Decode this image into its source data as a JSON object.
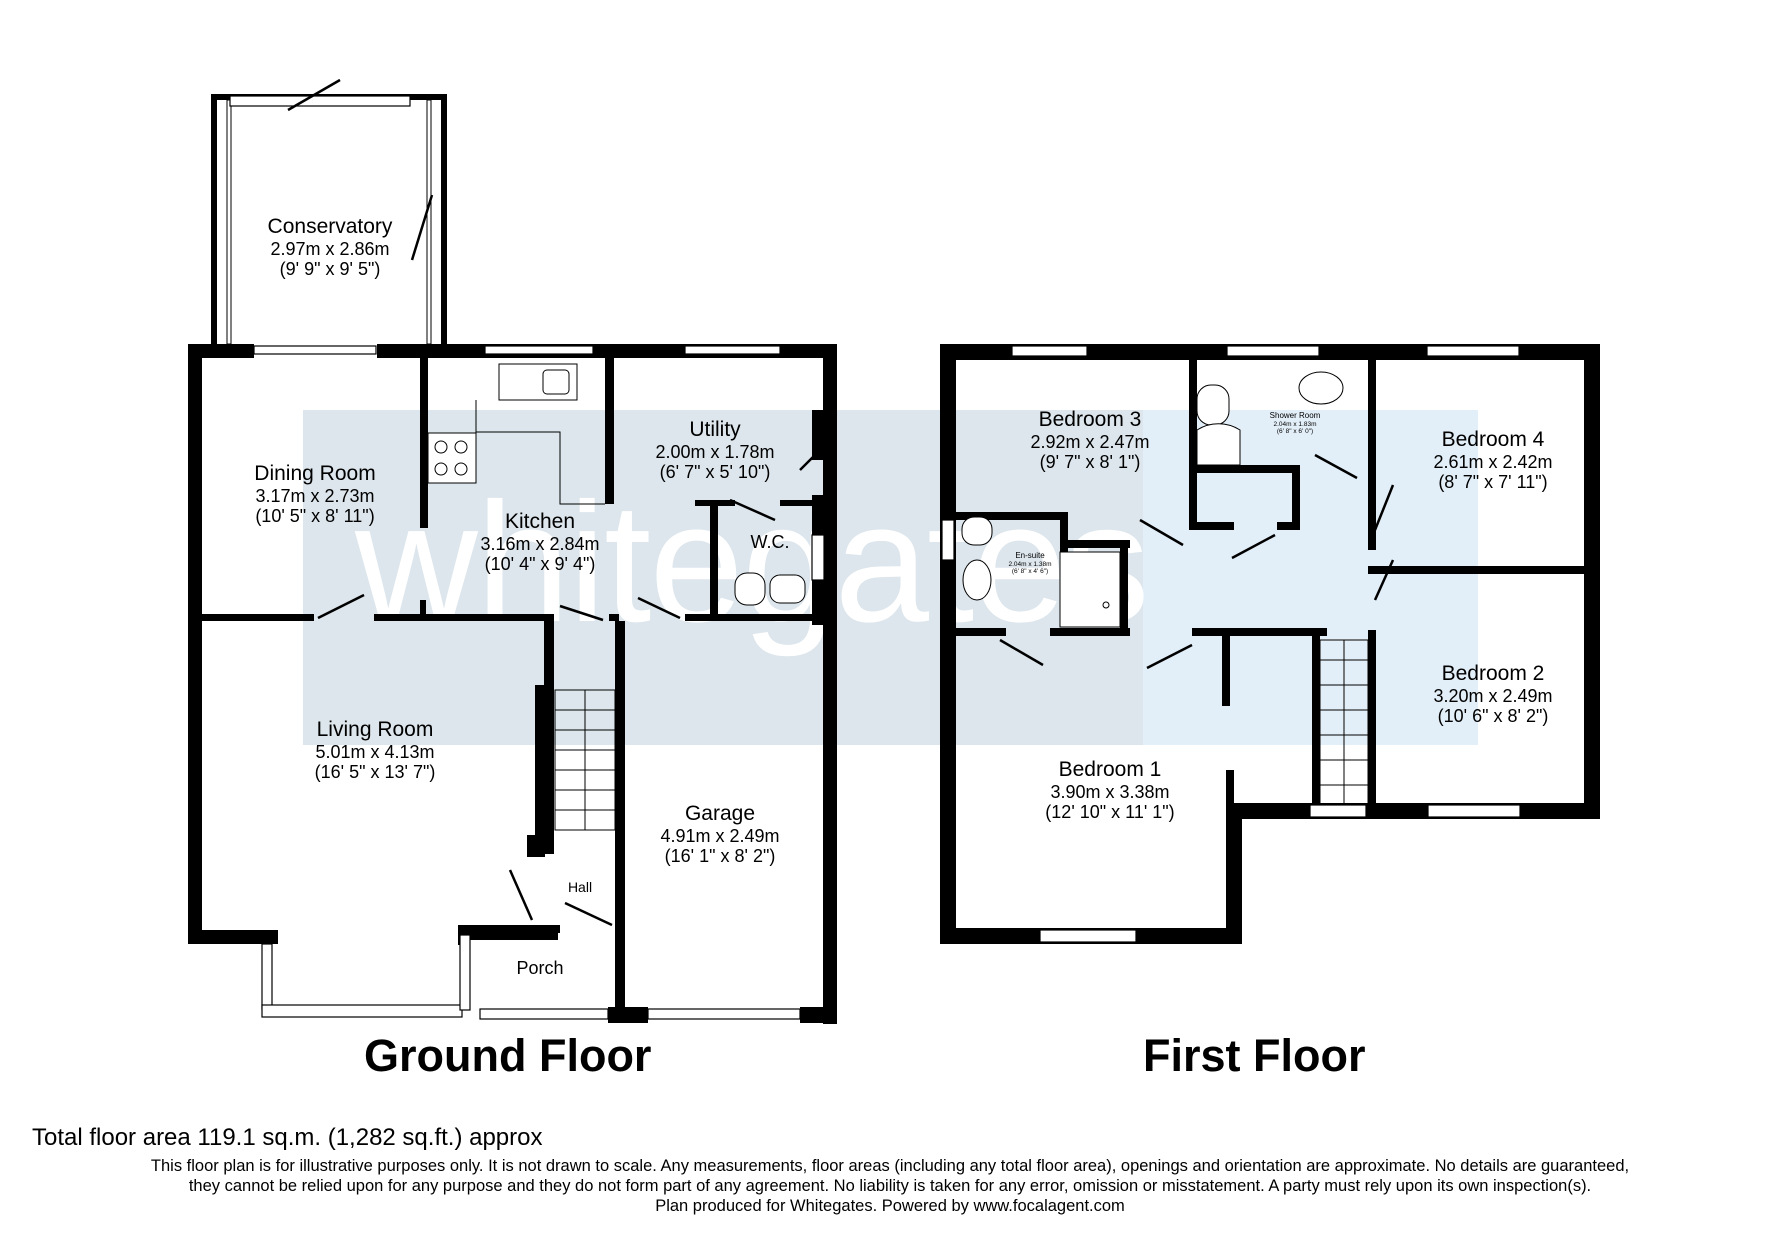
{
  "watermark": {
    "text": "whitegates",
    "bg_color": "#dde6ec",
    "logo_bg_color": "#e3eff8"
  },
  "ground_floor": {
    "title": "Ground Floor",
    "rooms": [
      {
        "name": "Conservatory",
        "metric": "2.97m x 2.86m",
        "imperial": "(9' 9\" x 9' 5\")"
      },
      {
        "name": "Dining Room",
        "metric": "3.17m x 2.73m",
        "imperial": "(10' 5\" x 8' 11\")"
      },
      {
        "name": "Kitchen",
        "metric": "3.16m x 2.84m",
        "imperial": "(10' 4\" x 9' 4\")"
      },
      {
        "name": "Utility",
        "metric": "2.00m x 1.78m",
        "imperial": "(6' 7\" x 5' 10\")"
      },
      {
        "name": "W.C."
      },
      {
        "name": "Living Room",
        "metric": "5.01m x 4.13m",
        "imperial": "(16' 5\" x 13' 7\")"
      },
      {
        "name": "Garage",
        "metric": "4.91m x 2.49m",
        "imperial": "(16' 1\" x 8' 2\")"
      },
      {
        "name": "Hall"
      },
      {
        "name": "Porch"
      }
    ]
  },
  "first_floor": {
    "title": "First Floor",
    "rooms": [
      {
        "name": "Bedroom 3",
        "metric": "2.92m x 2.47m",
        "imperial": "(9' 7\" x 8' 1\")"
      },
      {
        "name": "Shower Room",
        "metric": "2.04m x 1.83m",
        "imperial": "(6' 8\" x 6' 0\")"
      },
      {
        "name": "Bedroom 4",
        "metric": "2.61m x 2.42m",
        "imperial": "(8' 7\" x 7' 11\")"
      },
      {
        "name": "En-suite",
        "metric": "2.04m x 1.38m",
        "imperial": "(6' 8\" x 4' 6\")"
      },
      {
        "name": "Bedroom 2",
        "metric": "3.20m x 2.49m",
        "imperial": "(10' 6\" x 8' 2\")"
      },
      {
        "name": "Bedroom 1",
        "metric": "3.90m x 3.38m",
        "imperial": "(12' 10\" x 11' 1\")"
      }
    ]
  },
  "footer": {
    "total_area": "Total floor area 119.1 sq.m. (1,282 sq.ft.) approx",
    "disclaimer_1": "This floor plan is for illustrative purposes only. It is not drawn to scale. Any measurements, floor areas (including any total floor area), openings and orientation are approximate. No details are guaranteed,",
    "disclaimer_2": "they cannot be relied upon for any purpose and they do not form part of any agreement. No liability is taken for any error, omission or misstatement. A party must rely upon its own inspection(s).",
    "credit": "Plan produced for Whitegates. Powered by www.focalagent.com"
  }
}
